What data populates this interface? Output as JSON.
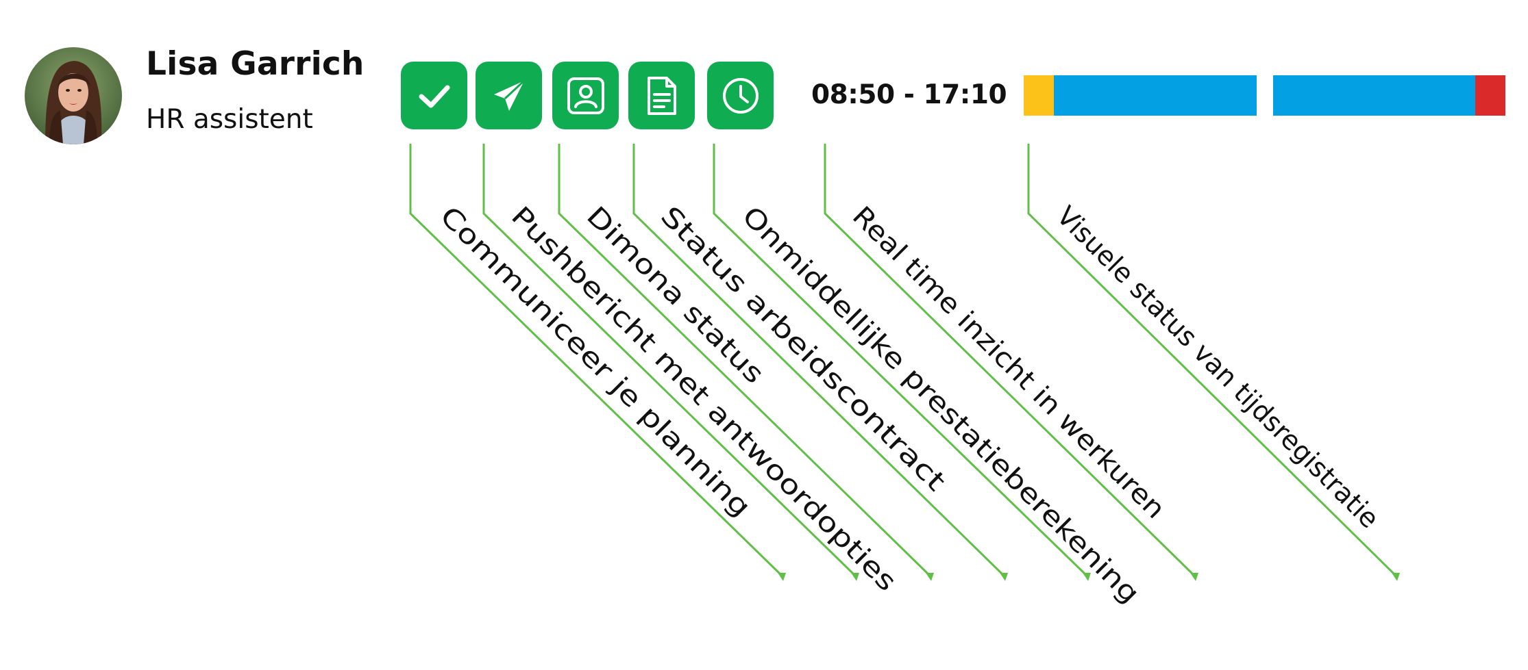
{
  "profile": {
    "name": "Lisa Garrich",
    "role": "HR assistent"
  },
  "actions": [
    {
      "icon": "check-icon"
    },
    {
      "icon": "paper-plane-icon"
    },
    {
      "icon": "id-badge-icon"
    },
    {
      "icon": "document-icon"
    },
    {
      "icon": "clock-icon"
    }
  ],
  "shift": {
    "time_range": "08:50 - 17:10"
  },
  "timebar": {
    "segments": [
      {
        "status": "early",
        "color": "#fcc21a"
      },
      {
        "status": "worked",
        "color": "#03a1e4"
      },
      {
        "status": "worked",
        "color": "#03a1e4"
      },
      {
        "status": "overtime",
        "color": "#da2a29"
      }
    ]
  },
  "annotations": [
    "Communiceer je planning",
    "Pushbericht met antwoordopties",
    "Dimona status",
    "Status arbeidscontract",
    "Onmiddellijke prestatieberekening",
    "Real time inzicht in werkuren",
    "Visuele status van tijdsregistratie"
  ],
  "colors": {
    "accent_green": "#10ac52",
    "line_green": "#5fbf47"
  }
}
